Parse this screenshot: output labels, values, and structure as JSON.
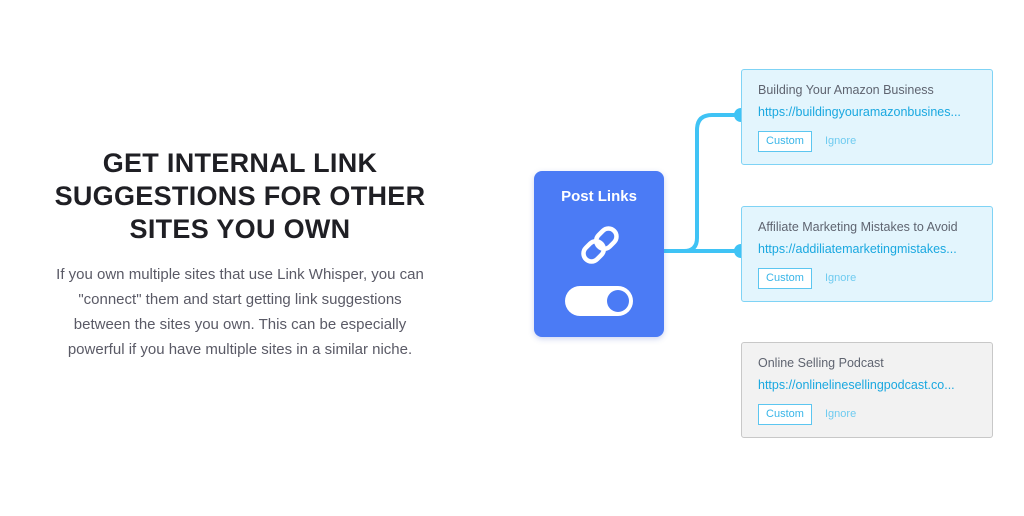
{
  "heading": {
    "lines": [
      "GET INTERNAL LINK",
      "SUGGESTIONS FOR OTHER",
      "SITES YOU OWN"
    ]
  },
  "description": {
    "lines": [
      "If you own multiple sites that use Link Whisper, you can",
      "\"connect\" them and start getting link suggestions",
      "between the sites you own. This can be especially",
      "powerful if you have multiple sites in a similar niche."
    ]
  },
  "post_card": {
    "title": "Post Links",
    "icon": "link-icon",
    "toggle_on": true,
    "background_color": "#4b7bf5"
  },
  "site_cards": [
    {
      "title": "Building Your Amazon Business",
      "url": "https://buildingyouramazonbusines...",
      "custom_label": "Custom",
      "ignore_label": "Ignore",
      "connected": true
    },
    {
      "title": "Affiliate Marketing Mistakes to Avoid",
      "url": "https://addiliatemarketingmistakes...",
      "custom_label": "Custom",
      "ignore_label": "Ignore",
      "connected": true
    },
    {
      "title": "Online Selling Podcast",
      "url": "https://onlinelinesellingpodcast.co...",
      "custom_label": "Custom",
      "ignore_label": "Ignore",
      "connected": false
    }
  ],
  "colors": {
    "accent_blue": "#4b7bf5",
    "connector_cyan": "#3fc3f5",
    "link_cyan": "#1aa8e0"
  }
}
